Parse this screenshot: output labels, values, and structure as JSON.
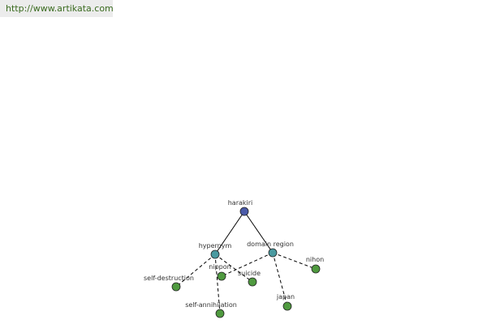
{
  "url": "http://www.artikata.com",
  "colors": {
    "root_node": "#4a5aa8",
    "relation_node": "#4a9aa0",
    "term_node": "#4f9a3f",
    "url_text": "#3a6b1f",
    "url_background": "#ececec"
  },
  "graph": {
    "root": "harakiri",
    "relations": [
      {
        "label": "hypernym",
        "terms": [
          "self-destruction",
          "self-annihilation",
          "suicide"
        ]
      },
      {
        "label": "domain region",
        "terms": [
          "nippon",
          "japan",
          "nihon"
        ]
      }
    ]
  }
}
